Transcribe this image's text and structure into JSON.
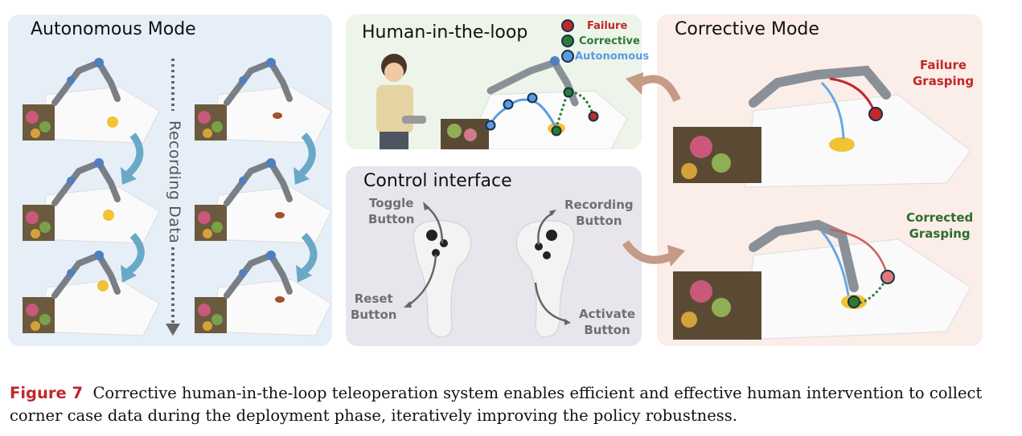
{
  "panels": {
    "autonomous": {
      "title": "Autonomous Mode",
      "side_label": "Recording Data"
    },
    "hitl": {
      "title": "Human-in-the-loop",
      "legend": [
        {
          "label": "Failure",
          "color": "#c0282a"
        },
        {
          "label": "Corrective",
          "color": "#2e7a34"
        },
        {
          "label": "Autonomous",
          "color": "#5a9be0"
        }
      ]
    },
    "control": {
      "title": "Control interface",
      "labels": {
        "toggle": [
          "Toggle",
          "Button"
        ],
        "reset": [
          "Reset",
          "Button"
        ],
        "recording": [
          "Recording",
          "Button"
        ],
        "activate": [
          "Activate",
          "Button"
        ]
      }
    },
    "corrective": {
      "title": "Corrective Mode",
      "failure": [
        "Failure",
        "Grasping"
      ],
      "corrected": [
        "Corrected",
        "Grasping"
      ]
    }
  },
  "caption": {
    "label": "Figure 7",
    "text": "Corrective human-in-the-loop teleoperation system enables efficient and effective human intervention to collect corner case data during the deployment phase, iteratively improving the policy robustness."
  }
}
